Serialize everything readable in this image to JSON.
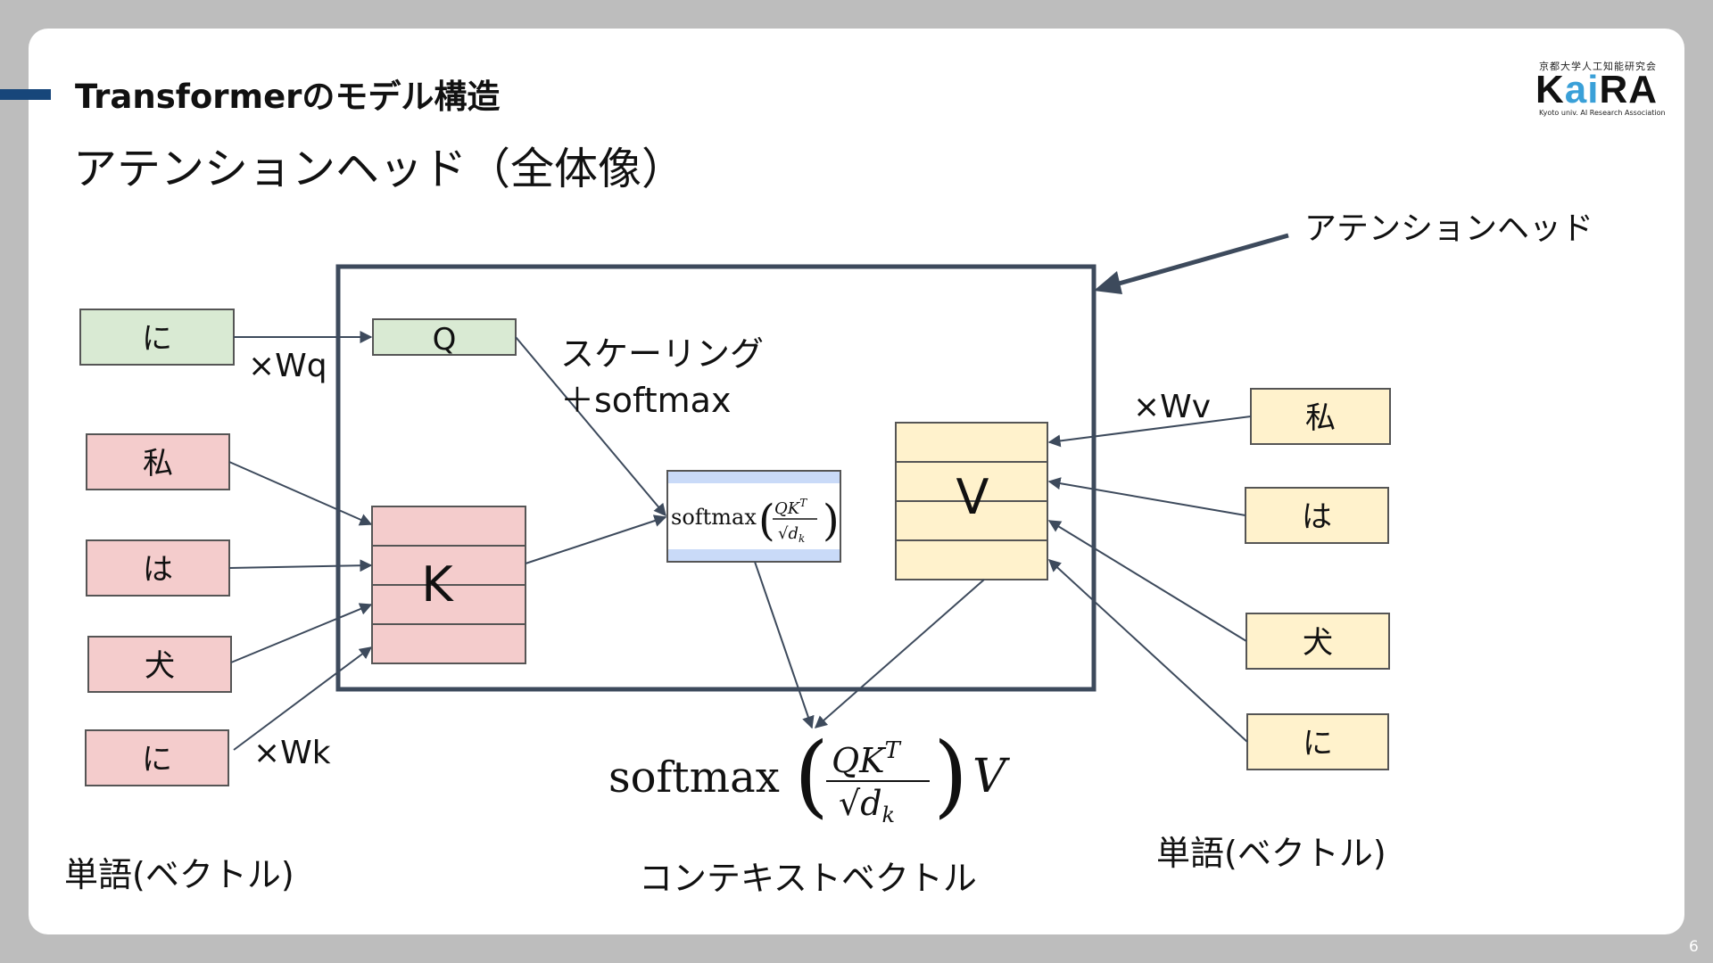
{
  "slide": {
    "section_title": "Transformerのモデル構造",
    "heading": "アテンションヘッド（全体像）",
    "page_number": "6",
    "logo": {
      "top_text": "京都大学人工知能研究会",
      "wordmark": "KaiRA",
      "subtitle": "Kyoto univ. AI Research Association"
    }
  },
  "diagram": {
    "head_label": "アテンションヘッド",
    "q_input_word": "に",
    "q_label": "Q",
    "q_weight": "×Wq",
    "k_input_words": [
      "私",
      "は",
      "犬",
      "に"
    ],
    "k_label": "K",
    "k_weight": "×Wk",
    "v_input_words": [
      "私",
      "は",
      "犬",
      "に"
    ],
    "v_label": "V",
    "v_weight": "×Wv",
    "scaling_label_line1": "スケーリング",
    "scaling_label_line2": "＋softmax",
    "softmax_word": "softmax",
    "output_V": "V",
    "context_label": "コンテキストベクトル",
    "left_caption": "単語(ベクトル)",
    "right_caption": "単語(ベクトル)"
  },
  "colors": {
    "accent": "#17467a",
    "q_fill": "#d9ead3",
    "k_fill": "#f4cccc",
    "v_fill": "#fff2cc",
    "softmax_band": "#c9daf8",
    "head_border": "#3d4a5c"
  }
}
